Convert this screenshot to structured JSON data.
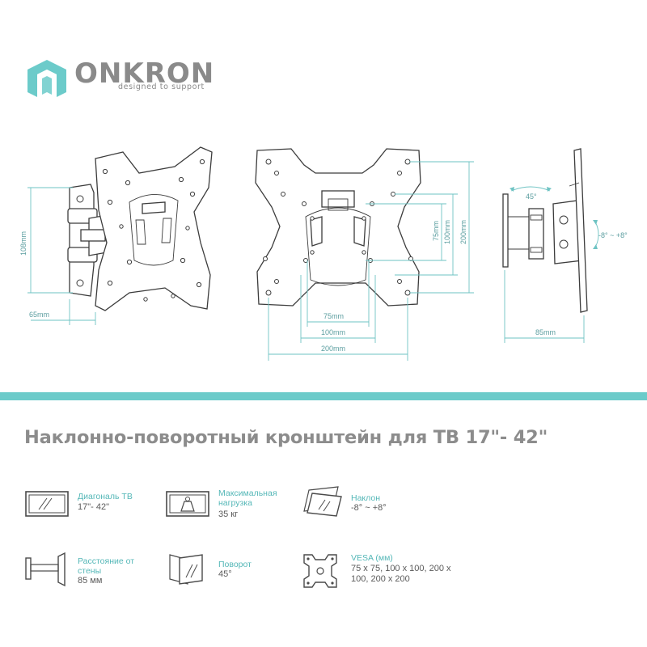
{
  "brand": {
    "name": "ONKRON",
    "tagline": "designed to support",
    "accent_color": "#6ccbca",
    "text_color": "#8a8a8a"
  },
  "drawing": {
    "side_view": {
      "height_label": "108mm",
      "depth_label": "65mm"
    },
    "front_view": {
      "horizontal": [
        "75mm",
        "100mm",
        "200mm"
      ],
      "vertical": [
        "75mm",
        "100mm",
        "200mm"
      ]
    },
    "profile_view": {
      "swivel_label": "45°",
      "tilt_label": "-8° ~ +8°",
      "depth_label": "85mm"
    }
  },
  "title": "Наклонно-поворотный кронштейн для ТВ 17\"- 42\"",
  "features": [
    {
      "icon": "tv-screen-icon",
      "label": "Диагональ ТВ",
      "value": "17\"- 42\""
    },
    {
      "icon": "weight-icon",
      "label": "Максимальная нагрузка",
      "value": "35 кг"
    },
    {
      "icon": "tilt-icon",
      "label": "Наклон",
      "value": "-8° ~ +8°"
    },
    {
      "icon": "wall-distance-icon",
      "label": "Расстояние от стены",
      "value": "85 мм"
    },
    {
      "icon": "swivel-icon",
      "label": "Поворот",
      "value": "45°"
    },
    {
      "icon": "vesa-plate-icon",
      "label": "VESA (мм)",
      "value": "75 x 75, 100 x 100, 200 x 100, 200 x 200"
    }
  ]
}
